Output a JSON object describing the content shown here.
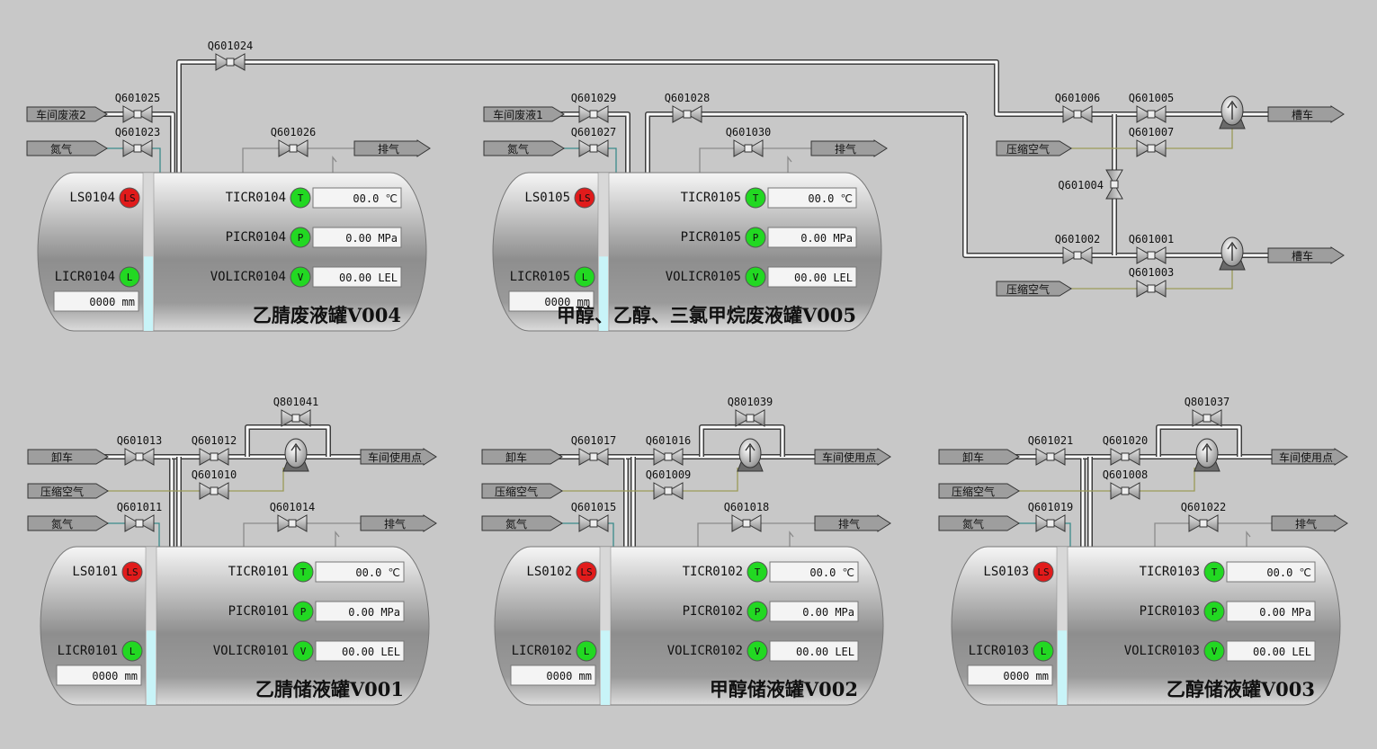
{
  "colors": {
    "background": "#c8c8c8",
    "alarm_red": "#e11b1b",
    "ok_green": "#22d822",
    "level_fill": "#c8f4f8",
    "pipe": "#ffffff",
    "air_line": "#9a9a58",
    "n2_line": "#3a8a8a"
  },
  "tanks": [
    {
      "id": "V004",
      "title": "乙腈废液罐V004",
      "ls": "LS0104",
      "ls_badge": "LS",
      "ls_state": "alarm",
      "ti": "TICR0104",
      "ti_badge": "T",
      "ti_value": "00.0 ℃",
      "pi": "PICR0104",
      "pi_badge": "P",
      "pi_value": "0.00 MPa",
      "vi": "VOLICR0104",
      "vi_badge": "V",
      "vi_value": "00.00 LEL",
      "li": "LICR0104",
      "li_badge": "L",
      "li_value": "0000 mm",
      "level": 0.47
    },
    {
      "id": "V005",
      "title": "甲醇、乙醇、三氯甲烷废液罐V005",
      "ls": "LS0105",
      "ls_badge": "LS",
      "ls_state": "alarm",
      "ti": "TICR0105",
      "ti_badge": "T",
      "ti_value": "00.0 ℃",
      "pi": "PICR0105",
      "pi_badge": "P",
      "pi_value": "0.00 MPa",
      "vi": "VOLICR0105",
      "vi_badge": "V",
      "vi_value": "00.00 LEL",
      "li": "LICR0105",
      "li_badge": "L",
      "li_value": "0000 mm",
      "level": 0.47
    },
    {
      "id": "V001",
      "title": "乙腈储液罐V001",
      "ls": "LS0101",
      "ls_badge": "LS",
      "ls_state": "alarm",
      "ti": "TICR0101",
      "ti_badge": "T",
      "ti_value": "00.0 ℃",
      "pi": "PICR0101",
      "pi_badge": "P",
      "pi_value": "0.00 MPa",
      "vi": "VOLICR0101",
      "vi_badge": "V",
      "vi_value": "00.00 LEL",
      "li": "LICR0101",
      "li_badge": "L",
      "li_value": "0000 mm",
      "level": 0.47
    },
    {
      "id": "V002",
      "title": "甲醇储液罐V002",
      "ls": "LS0102",
      "ls_badge": "LS",
      "ls_state": "alarm",
      "ti": "TICR0102",
      "ti_badge": "T",
      "ti_value": "00.0 ℃",
      "pi": "PICR0102",
      "pi_badge": "P",
      "pi_value": "0.00 MPa",
      "vi": "VOLICR0102",
      "vi_badge": "V",
      "vi_value": "00.00 LEL",
      "li": "LICR0102",
      "li_badge": "L",
      "li_value": "0000 mm",
      "level": 0.47
    },
    {
      "id": "V003",
      "title": "乙醇储液罐V003",
      "ls": "LS0103",
      "ls_badge": "LS",
      "ls_state": "alarm",
      "ti": "TICR0103",
      "ti_badge": "T",
      "ti_value": "00.0 ℃",
      "pi": "PICR0103",
      "pi_badge": "P",
      "pi_value": "0.00 MPa",
      "vi": "VOLICR0103",
      "vi_badge": "V",
      "vi_value": "00.00 LEL",
      "li": "LICR0103",
      "li_badge": "L",
      "li_value": "0000 mm",
      "level": 0.47
    }
  ],
  "valves": {
    "v1024": "Q601024",
    "v1025": "Q601025",
    "v1023": "Q601023",
    "v1026": "Q601026",
    "v1029": "Q601029",
    "v1027": "Q601027",
    "v1028": "Q601028",
    "v1030": "Q601030",
    "v1006": "Q601006",
    "v1005": "Q601005",
    "v1007": "Q601007",
    "v1004": "Q601004",
    "v1002": "Q601002",
    "v1001": "Q601001",
    "v1003": "Q601003",
    "v1013": "Q601013",
    "v1012": "Q601012",
    "v1010": "Q601010",
    "v1011": "Q601011",
    "v1014": "Q601014",
    "v1041": "Q801041",
    "v1017": "Q601017",
    "v1016": "Q601016",
    "v1009": "Q601009",
    "v1015": "Q601015",
    "v1018": "Q601018",
    "v1039": "Q801039",
    "v1021": "Q601021",
    "v1020": "Q601020",
    "v1008": "Q601008",
    "v1019": "Q601019",
    "v1022": "Q601022",
    "v1037": "Q801037"
  },
  "tags": {
    "shop_waste2": "车间废液2",
    "shop_waste1": "车间废液1",
    "nitrogen": "氮气",
    "exhaust": "排气",
    "tanker": "槽车",
    "compressed_air": "压缩空气",
    "unload": "卸车",
    "shop_use": "车间使用点"
  }
}
